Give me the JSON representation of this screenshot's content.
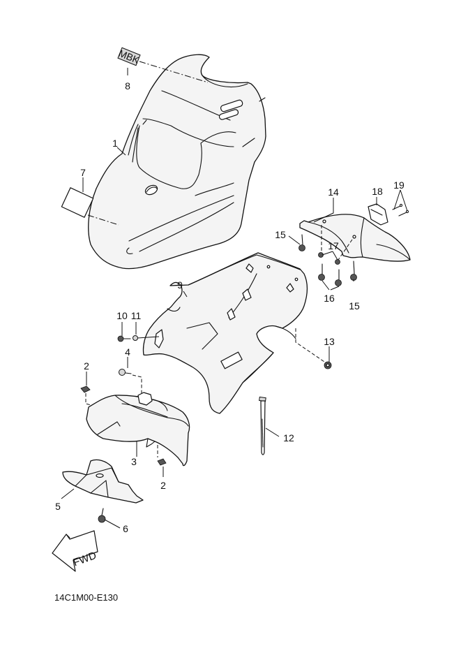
{
  "diagram": {
    "title": "Front fender / leg shield exploded view",
    "drawing_number": "14C1M00-E130",
    "direction_label": "FWD",
    "emblem_text": "MBK",
    "colors": {
      "line": "#111111",
      "fill": "#f4f4f4",
      "background": "#ffffff"
    },
    "callouts": [
      {
        "id": "c1",
        "label": "1"
      },
      {
        "id": "c2a",
        "label": "2"
      },
      {
        "id": "c2b",
        "label": "2"
      },
      {
        "id": "c3",
        "label": "3"
      },
      {
        "id": "c4",
        "label": "4"
      },
      {
        "id": "c5",
        "label": "5"
      },
      {
        "id": "c6",
        "label": "6"
      },
      {
        "id": "c7",
        "label": "7"
      },
      {
        "id": "c8",
        "label": "8"
      },
      {
        "id": "c9",
        "label": "9"
      },
      {
        "id": "c10",
        "label": "10"
      },
      {
        "id": "c11",
        "label": "11"
      },
      {
        "id": "c12",
        "label": "12"
      },
      {
        "id": "c13",
        "label": "13"
      },
      {
        "id": "c14",
        "label": "14"
      },
      {
        "id": "c15a",
        "label": "15"
      },
      {
        "id": "c15b",
        "label": "15"
      },
      {
        "id": "c16",
        "label": "16"
      },
      {
        "id": "c17",
        "label": "17"
      },
      {
        "id": "c18",
        "label": "18"
      },
      {
        "id": "c19",
        "label": "19"
      }
    ]
  }
}
